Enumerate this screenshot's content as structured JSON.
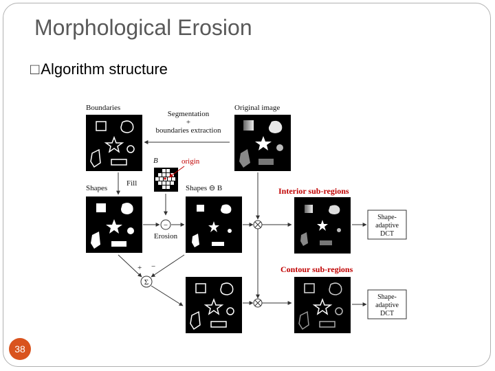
{
  "slide": {
    "title": "Morphological Erosion",
    "bullet_icon": "□",
    "bullet_text": "Algorithm structure",
    "page_number": "38"
  },
  "diagram": {
    "labels": {
      "boundaries": "Boundaries",
      "segmentation_line1": "Segmentation",
      "segmentation_plus": "+",
      "segmentation_line3": "boundaries extraction",
      "original_image": "Original image",
      "b_symbol": "B",
      "origin": "origin",
      "fill": "Fill",
      "shapes": "Shapes",
      "shapes_minus_b": "Shapes ⊖ B",
      "erosion": "Erosion",
      "interior_subregions": "Interior sub-regions",
      "contour_subregions": "Contour sub-regions",
      "plus_sign": "+",
      "minus_sign": "−",
      "sigma": "Σ",
      "minus_circle": "−",
      "dct_top_line1": "Shape-",
      "dct_top_line2": "adaptive",
      "dct_top_line3": "DCT",
      "dct_bottom_line1": "Shape-",
      "dct_bottom_line2": "adaptive",
      "dct_bottom_line3": "DCT"
    },
    "colors": {
      "accent_red": "#c00000",
      "text_dark": "#111111",
      "page_badge": "#d9531e"
    }
  }
}
